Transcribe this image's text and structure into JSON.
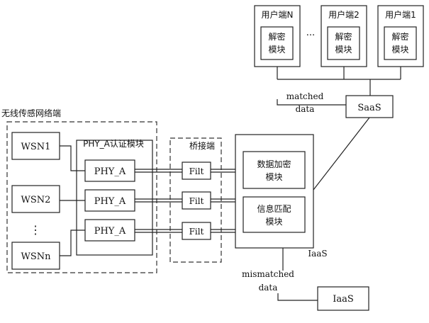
{
  "users": [
    {
      "name": "用户端N",
      "module": [
        "解密",
        "模块"
      ]
    },
    {
      "name": "用户端2",
      "module": [
        "解密",
        "模块"
      ]
    },
    {
      "name": "用户端1",
      "module": [
        "解密",
        "模块"
      ]
    }
  ],
  "user_ellipsis": "...",
  "saas": "SaaS",
  "matched": [
    "matched",
    "data"
  ],
  "wsn_group": "无线传感网络端",
  "phy_group": "PHY_A认证模块",
  "bridge_group": "桥接端",
  "wsn_nodes": [
    "WSN1",
    "WSN2",
    "WSNn"
  ],
  "wsn_ellipsis": "⋮",
  "phy_label": "PHY_A",
  "filt_label": "Filt",
  "encrypt": [
    "数据加密",
    "模块"
  ],
  "match": [
    "信息匹配",
    "模块"
  ],
  "iaas_inline": "IaaS",
  "mismatched": [
    "mismatched",
    "data"
  ],
  "iaas_box": "IaaS"
}
